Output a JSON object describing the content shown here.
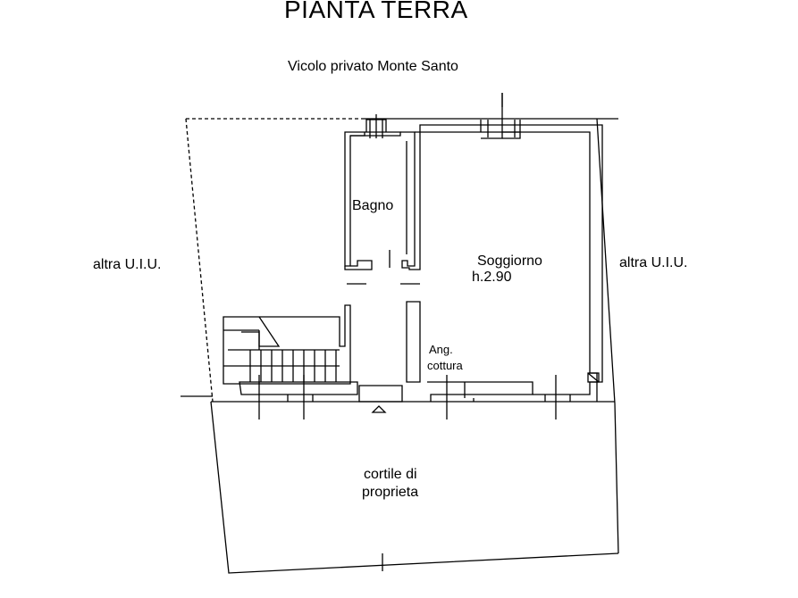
{
  "plan": {
    "title": "PIANTA TERRA",
    "street": "Vicolo privato Monte Santo",
    "neighbor_left": "altra U.I.U.",
    "neighbor_right": "altra U.I.U.",
    "rooms": {
      "bathroom": "Bagno",
      "living": "Soggiorno",
      "living_height": "h.2.90",
      "kitchen_line1": "Ang.",
      "kitchen_line2": "cottura",
      "yard_line1": "cortile di",
      "yard_line2": "proprieta"
    },
    "line_color": "#000000",
    "background": "#ffffff"
  }
}
